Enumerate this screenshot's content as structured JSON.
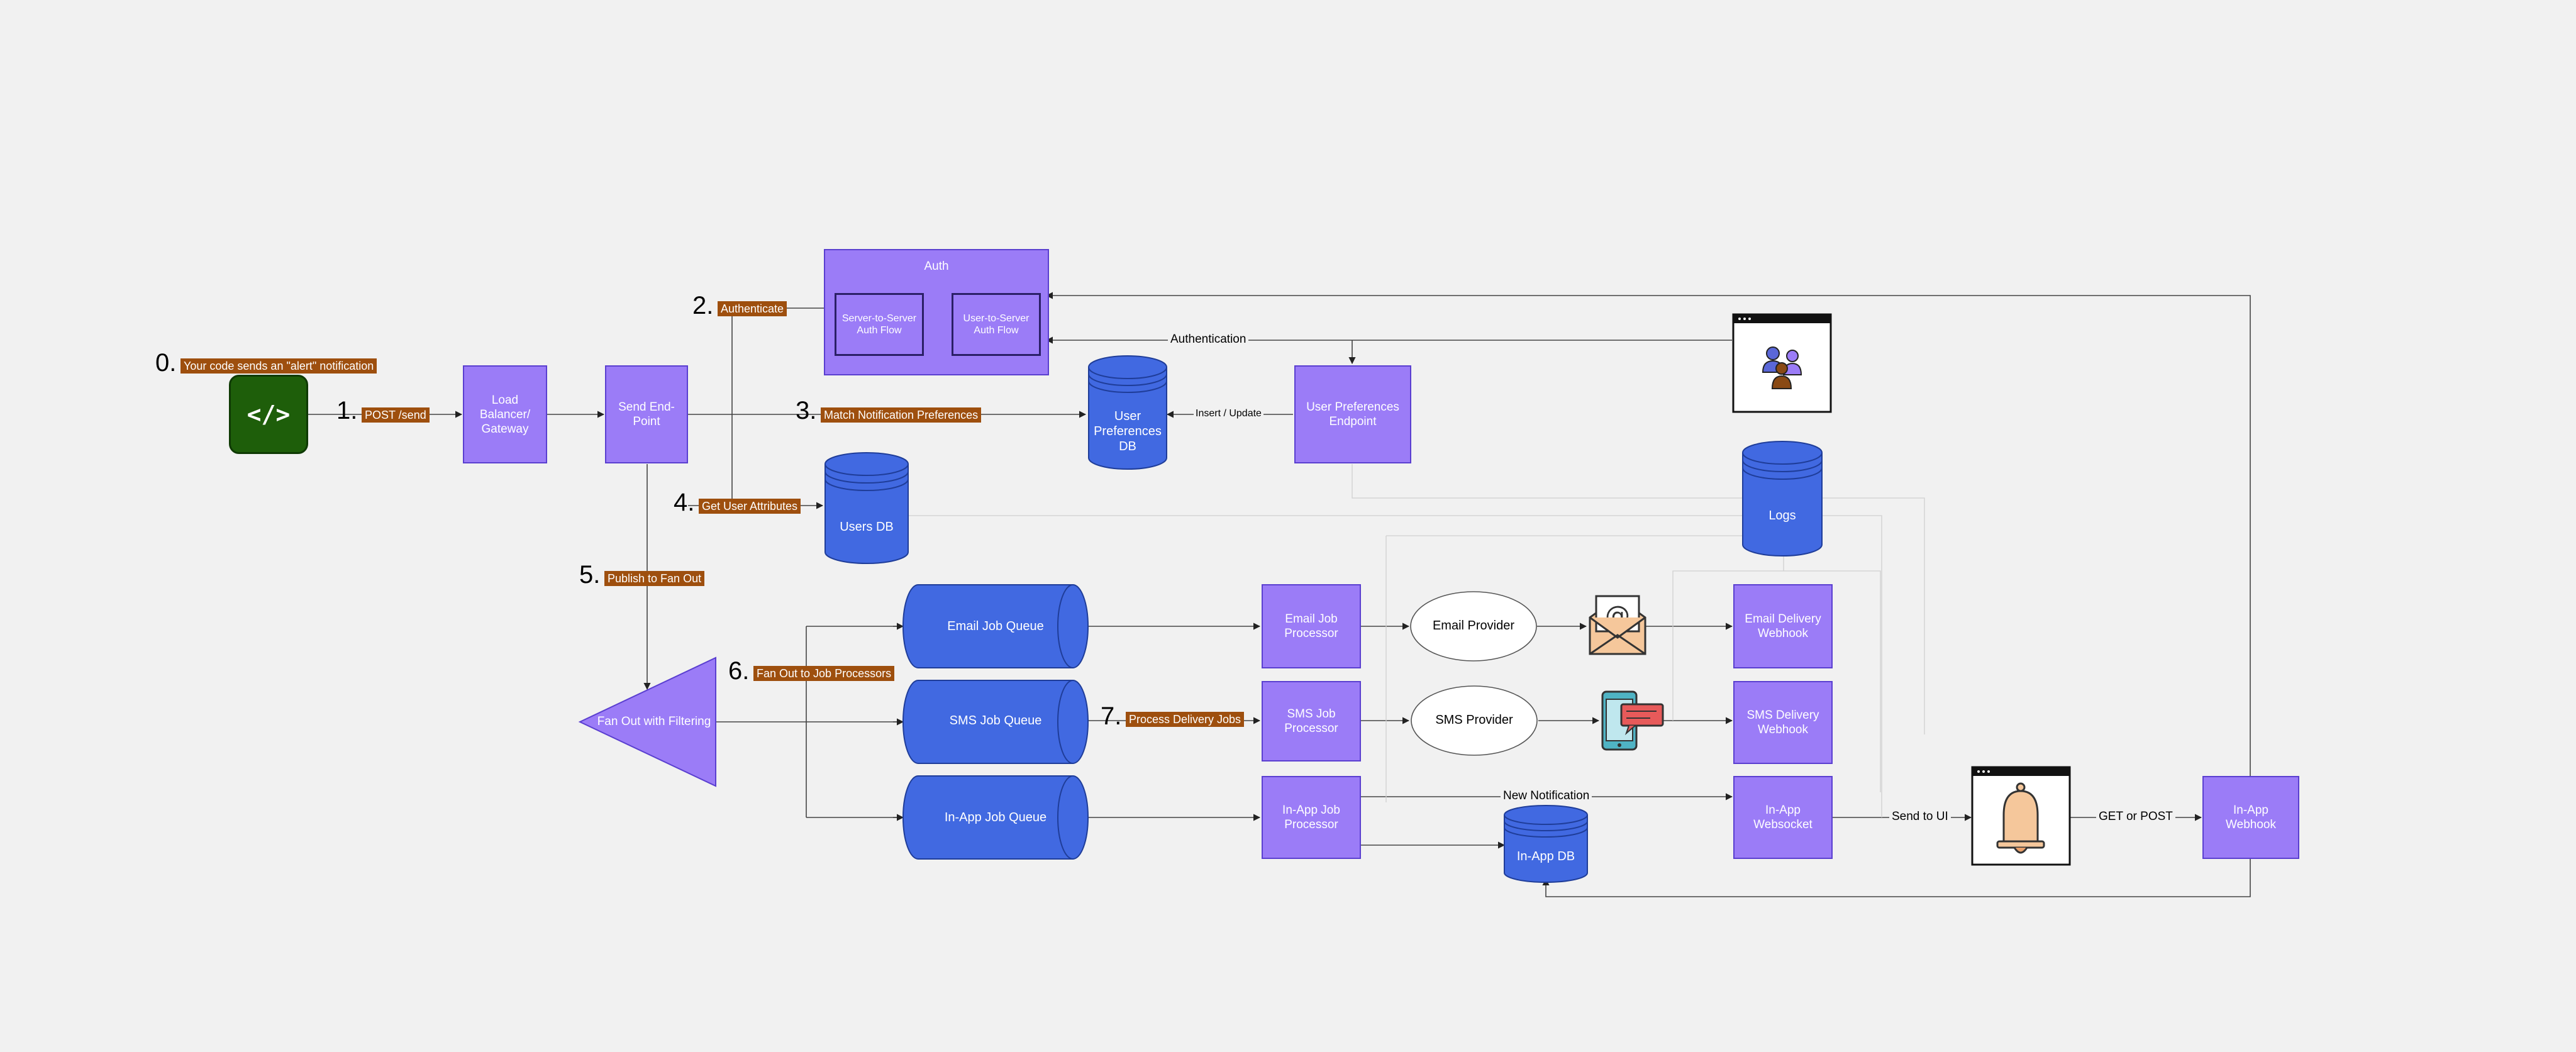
{
  "steps": {
    "s0": {
      "num": "0.",
      "label": "Your code sends an \"alert\" notification"
    },
    "s1": {
      "num": "1.",
      "label": "POST /send"
    },
    "s2": {
      "num": "2.",
      "label": "Authenticate"
    },
    "s3": {
      "num": "3.",
      "label": "Match Notification Preferences"
    },
    "s4": {
      "num": "4.",
      "label": "Get User Attributes"
    },
    "s5": {
      "num": "5.",
      "label": "Publish to Fan Out"
    },
    "s6": {
      "num": "6.",
      "label": "Fan Out to Job Processors"
    },
    "s7": {
      "num": "7.",
      "label": "Process Delivery Jobs"
    }
  },
  "code_block": "</>",
  "nodes": {
    "load_balancer": "Load Balancer/ Gateway",
    "send_endpoint": "Send End-Point",
    "auth_title": "Auth",
    "s2s_auth": "Server-to-Server Auth Flow",
    "u2s_auth": "User-to-Server Auth Flow",
    "user_prefs_db": "User Preferences DB",
    "user_prefs_endpoint": "User Preferences Endpoint",
    "users_db": "Users DB",
    "logs": "Logs",
    "fan_out": "Fan Out with Filtering",
    "email_queue": "Email Job Queue",
    "sms_queue": "SMS Job Queue",
    "inapp_queue": "In-App Job Queue",
    "email_processor": "Email Job Processor",
    "sms_processor": "SMS Job Processor",
    "inapp_processor": "In-App Job Processor",
    "email_provider": "Email Provider",
    "sms_provider": "SMS Provider",
    "inapp_db": "In-App DB",
    "email_webhook": "Email Delivery Webhook",
    "sms_webhook": "SMS Delivery Webhook",
    "inapp_websocket": "In-App Websocket",
    "inapp_webhook": "In-App Webhook"
  },
  "edge_labels": {
    "authentication": "Authentication",
    "insert_update": "Insert / Update",
    "new_notification": "New Notification",
    "send_to_ui": "Send to UI",
    "get_or_post": "GET or POST"
  },
  "colors": {
    "box_fill": "#9b7cf7",
    "db_fill": "#4169e1",
    "tag_fill": "#9e4f0e",
    "code_fill": "#1e5e0a"
  },
  "icons": [
    "users-window-icon",
    "email-envelope-icon",
    "sms-phone-icon",
    "bell-window-icon"
  ]
}
